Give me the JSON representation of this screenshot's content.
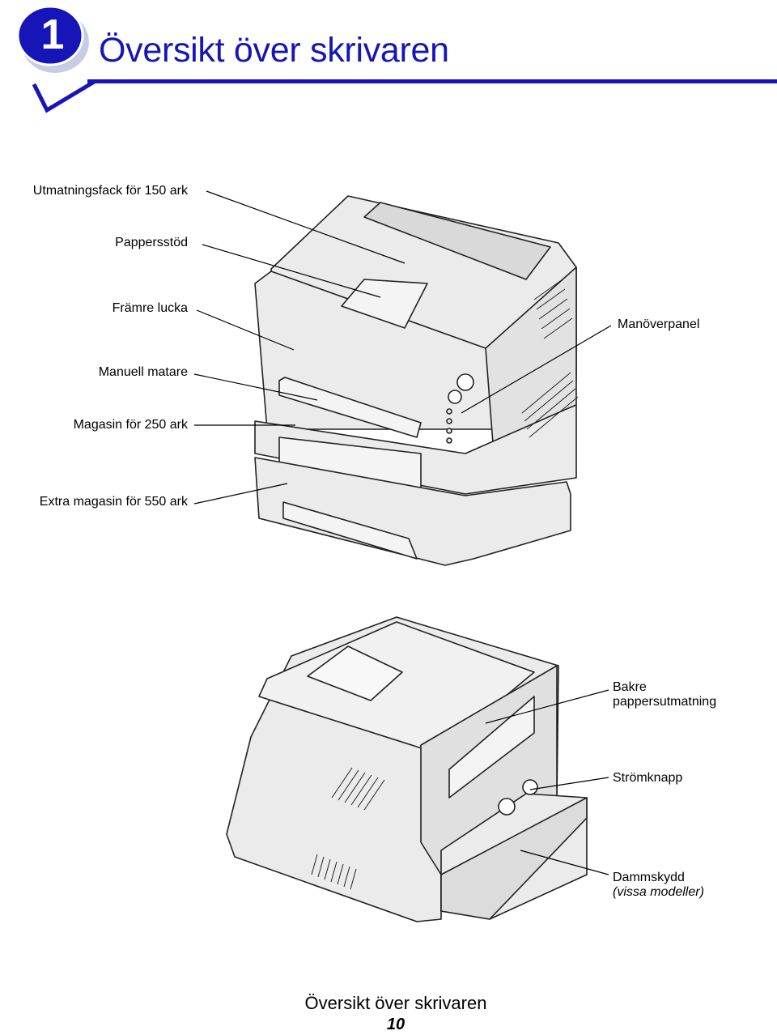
{
  "chapter": {
    "number": "1",
    "title": "Översikt över skrivaren"
  },
  "front_view": {
    "callouts": [
      "Utmatningsfack för 150 ark",
      "Pappersstöd",
      "Främre lucka",
      "Manöverpanel",
      "Manuell matare",
      "Magasin för 250 ark",
      "Extra magasin för 550 ark"
    ]
  },
  "rear_view": {
    "callouts": {
      "rear_exit_line1": "Bakre",
      "rear_exit_line2": "pappersutmatning",
      "power_switch": "Strömknapp",
      "dust_cover_line1": "Dammskydd",
      "dust_cover_line2": "(vissa modeller)"
    }
  },
  "footer": {
    "title": "Översikt över skrivaren",
    "page_number": "10"
  },
  "colors": {
    "accent_blue": "#1515b8",
    "badge_shadow": "#c7cce6",
    "printer_fill": "#ebebeb",
    "printer_stroke": "#222222"
  }
}
